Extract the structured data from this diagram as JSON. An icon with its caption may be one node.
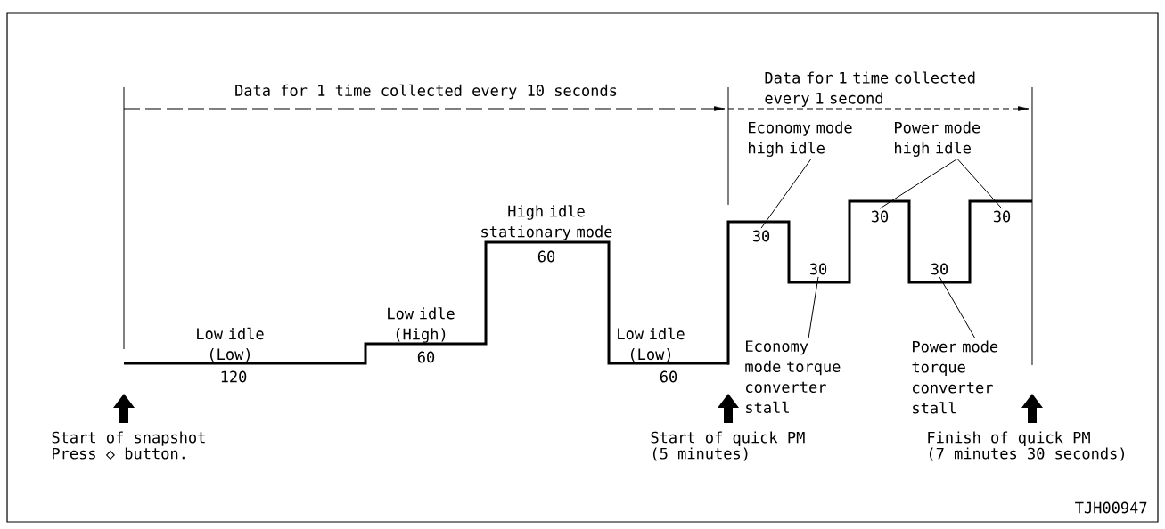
{
  "diagram": {
    "nodes": [
      {
        "text": [
          "Economy mode high idle"
        ]
      },
      {
        "text": [
          "Power mode high idle"
        ]
      },
      {
        "text": [
          "Economy mode torque converter stall"
        ]
      },
      {
        "text": [
          "Power mode torque converter stall"
        ]
      },
      {
        "text": [
          "30"
        ]
      },
      {
        "text": [
          "30"
        ]
      },
      {
        "text": [
          "30"
        ]
      },
      {
        "text": [
          "30"
        ]
      },
      {
        "text": [
          "30"
        ]
      }
    ],
    "edges": [
      {
        "from": 0,
        "to": 4,
        "arrow": "none"
      },
      {
        "from": 1,
        "to": 5,
        "arrow": "none"
      },
      {
        "from": 1,
        "to": 6,
        "arrow": "none"
      },
      {
        "from": 2,
        "to": 7,
        "arrow": "none"
      },
      {
        "from": 3,
        "to": 8,
        "arrow": "none"
      }
    ],
    "labels": [
      "Data for 1 time collected every 10 seconds",
      "Data for 1 time collected every 1 second",
      "High idle stationary mode",
      "60",
      "Low idle (High)",
      "60",
      "Low idle (Low)",
      "Low idle (Low)",
      "120",
      "60",
      "Start of snapshot",
      "Press ◇ button.",
      "Start of quick PM",
      "(5 minutes)",
      "Finish of quick PM",
      "(7 minutes 30 seconds)",
      "TJH00947"
    ]
  }
}
